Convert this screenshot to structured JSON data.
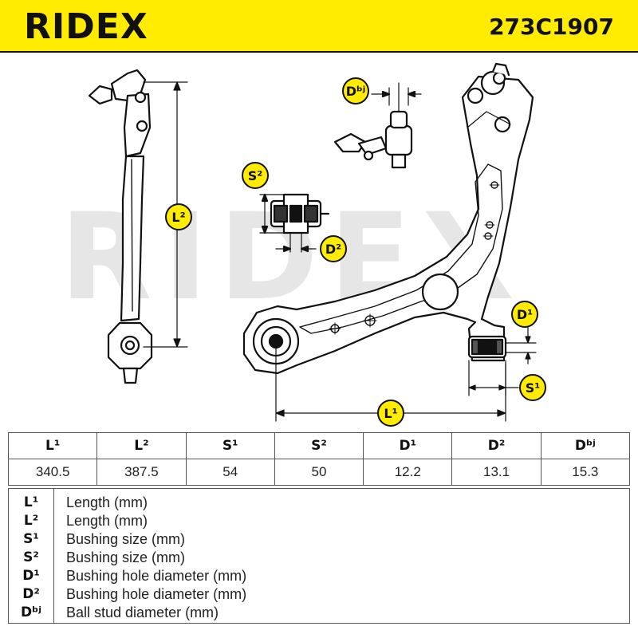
{
  "header": {
    "brand": "RIDEX",
    "part_number": "273C1907"
  },
  "drawing": {
    "watermark": "RIDEX",
    "labels": {
      "dbj": "Dᵇʲ",
      "s2": "S²",
      "d2": "D²",
      "l2": "L²",
      "d1": "D¹",
      "s1": "S¹",
      "l1": "L¹"
    }
  },
  "specs_table": {
    "headers": [
      "L¹",
      "L²",
      "S¹",
      "S²",
      "D¹",
      "D²",
      "Dᵇʲ"
    ],
    "values": [
      "340.5",
      "387.5",
      "54",
      "50",
      "12.2",
      "13.1",
      "15.3"
    ]
  },
  "legend": [
    {
      "symbol": "L¹",
      "description": "Length (mm)"
    },
    {
      "symbol": "L²",
      "description": "Length (mm)"
    },
    {
      "symbol": "S¹",
      "description": "Bushing size (mm)"
    },
    {
      "symbol": "S²",
      "description": "Bushing size (mm)"
    },
    {
      "symbol": "D¹",
      "description": "Bushing hole diameter (mm)"
    },
    {
      "symbol": "D²",
      "description": "Bushing hole diameter (mm)"
    },
    {
      "symbol": "Dᵇʲ",
      "description": "Ball stud diameter (mm)"
    }
  ],
  "colors": {
    "accent": "#FFEC00",
    "line": "#111111",
    "watermark": "#E6E6E6"
  }
}
